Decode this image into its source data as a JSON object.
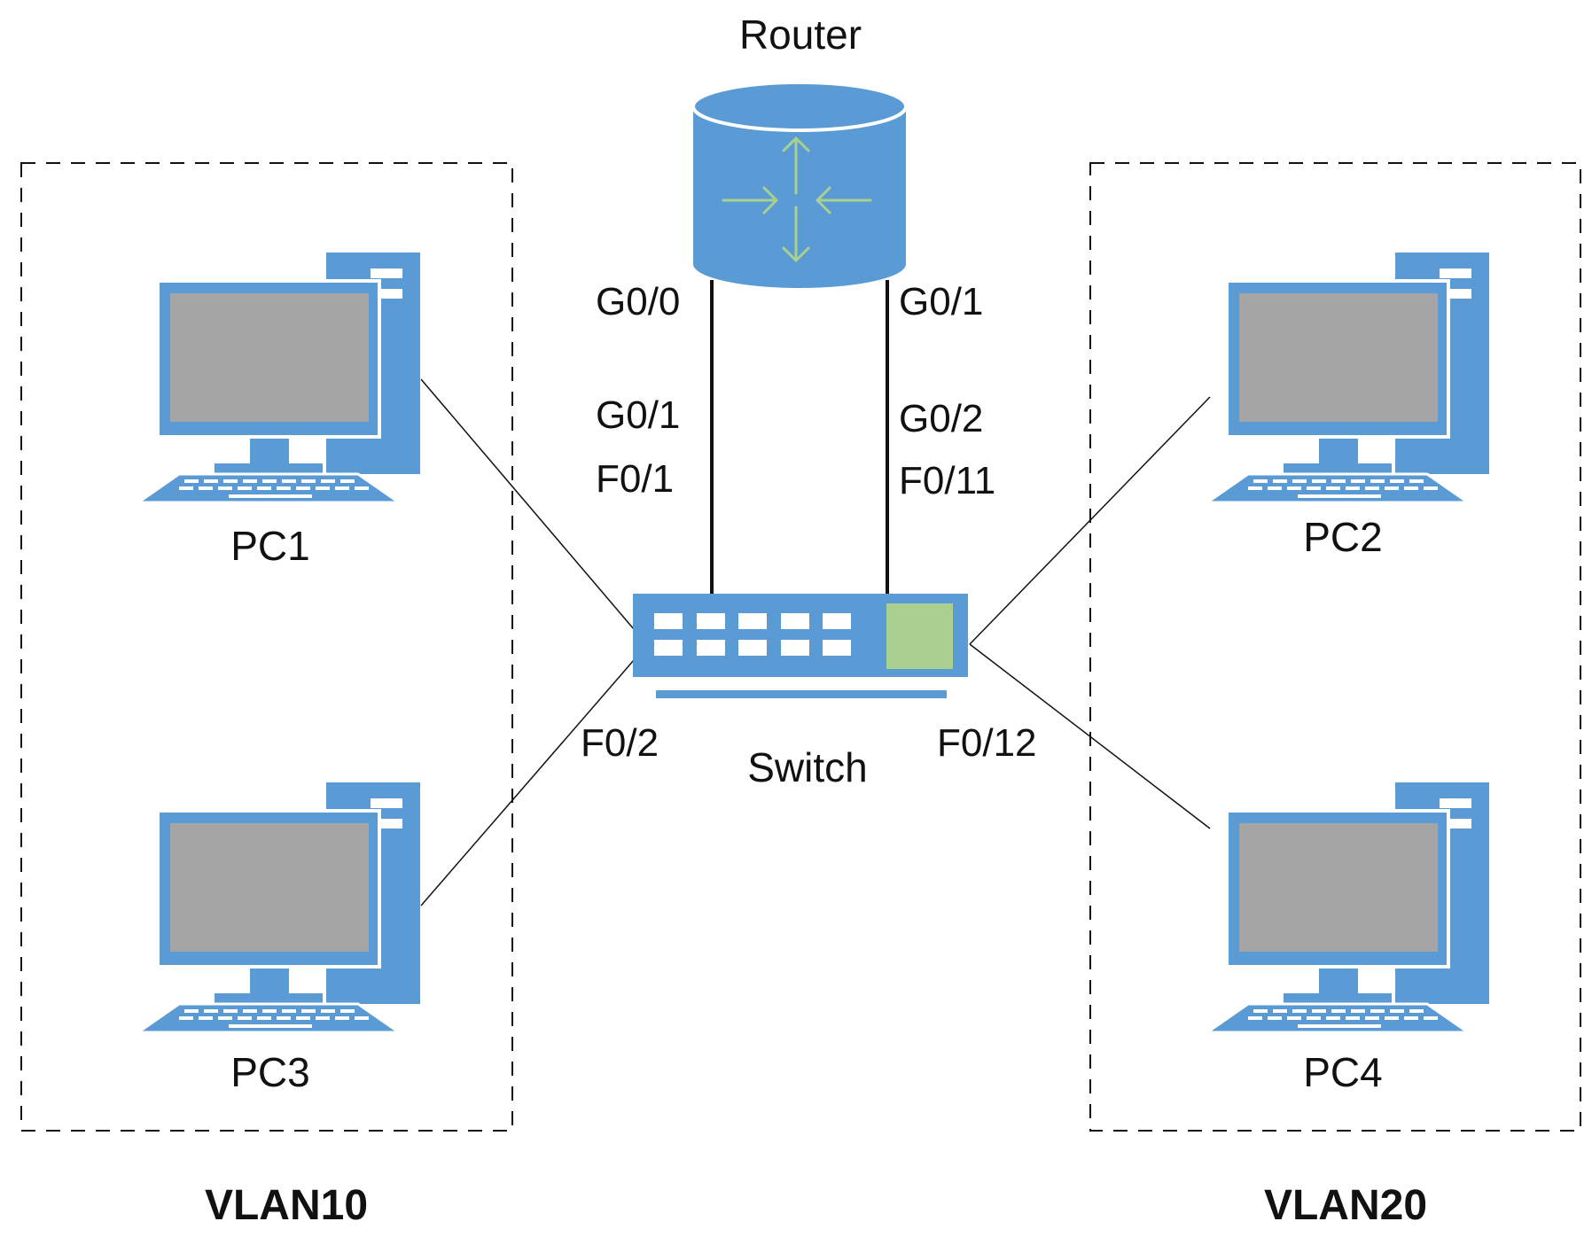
{
  "colors": {
    "device_blue": "#5B9BD5",
    "screen_gray": "#A5A5A5",
    "router_arrow_green": "#A9D08E",
    "switch_port_green": "#A9D08E",
    "line_black": "#111111",
    "background": "#ffffff"
  },
  "nodes": {
    "router": {
      "label": "Router",
      "icon": "router-icon"
    },
    "switch": {
      "label": "Switch",
      "icon": "switch-icon"
    },
    "pc1": {
      "label": "PC1",
      "icon": "desktop-pc-icon"
    },
    "pc2": {
      "label": "PC2",
      "icon": "desktop-pc-icon"
    },
    "pc3": {
      "label": "PC3",
      "icon": "desktop-pc-icon"
    },
    "pc4": {
      "label": "PC4",
      "icon": "desktop-pc-icon"
    }
  },
  "ports": {
    "router_g00": "G0/0",
    "router_g01": "G0/1",
    "switch_g01": "G0/1",
    "switch_f01": "F0/1",
    "switch_g02": "G0/2",
    "switch_f011": "F0/11",
    "switch_f02": "F0/2",
    "switch_f012": "F0/12"
  },
  "groups": {
    "vlan10": {
      "label": "VLAN10",
      "members": [
        "PC1",
        "PC3"
      ]
    },
    "vlan20": {
      "label": "VLAN20",
      "members": [
        "PC2",
        "PC4"
      ]
    }
  },
  "links": [
    {
      "from": "Router G0/0",
      "to": "Switch G0/1 F0/1"
    },
    {
      "from": "Router G0/1",
      "to": "Switch G0/2 F0/11"
    },
    {
      "from": "PC1",
      "to": "Switch"
    },
    {
      "from": "PC3",
      "to": "Switch F0/2"
    },
    {
      "from": "PC2",
      "to": "Switch"
    },
    {
      "from": "PC4",
      "to": "Switch F0/12"
    }
  ]
}
